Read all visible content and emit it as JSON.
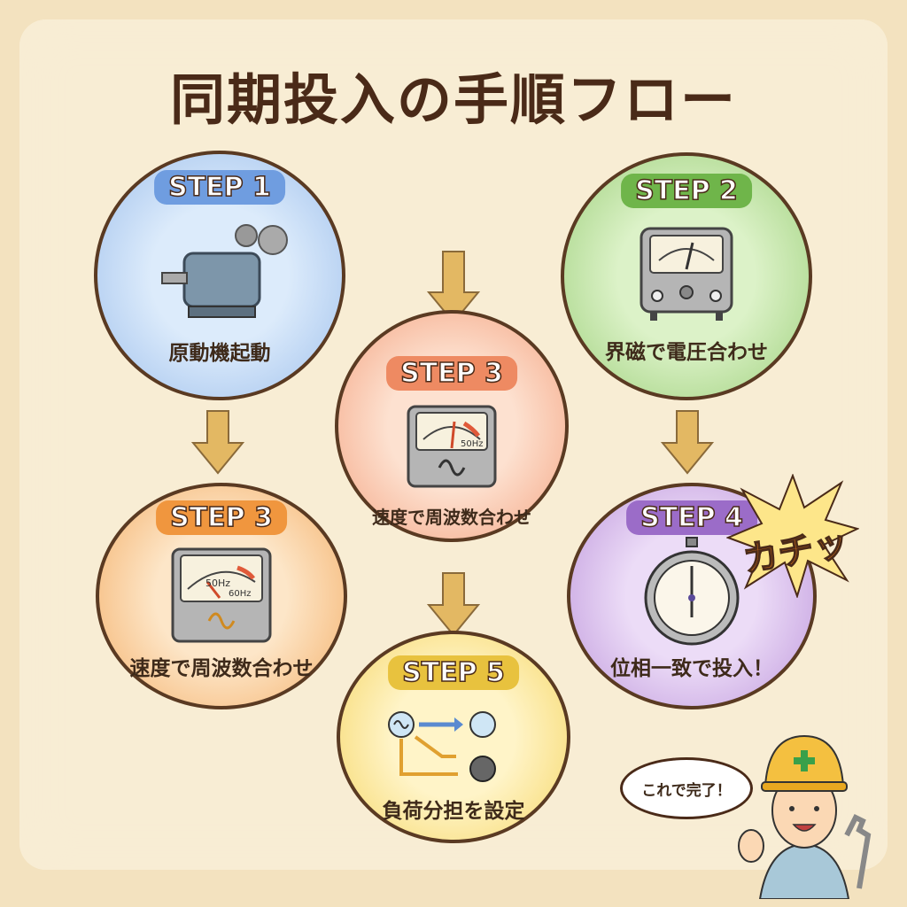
{
  "title": "同期投入の手順フロー",
  "steps": [
    {
      "badge": "STEP 1",
      "label": "原動機起動",
      "icon": "motor-icon"
    },
    {
      "badge": "STEP 2",
      "label": "界磁で電圧合わせ",
      "icon": "voltmeter-icon"
    },
    {
      "badge": "STEP 3",
      "label": "速度で周波数合わせ",
      "icon": "frequency-meter-icon",
      "meter_text": "50Hz"
    },
    {
      "badge": "STEP 3",
      "label": "速度で周波数合わせ",
      "icon": "frequency-meter-icon",
      "meter_text": "50Hz",
      "meter_text2": "60Hz"
    },
    {
      "badge": "STEP 4",
      "label": "位相一致で投入！",
      "icon": "stopwatch-icon"
    },
    {
      "badge": "STEP 5",
      "label": "負荷分担を設定",
      "icon": "load-sharing-icon"
    }
  ],
  "burst_text": "カチッ",
  "speech_bubble": "これで完了！",
  "colors": {
    "step1": "#a9c8ee",
    "step2": "#a8d88a",
    "step3a": "#f6b08c",
    "step3b": "#f6c184",
    "step4": "#c8a8e0",
    "step5": "#fbe08a",
    "arrow": "#e3b863",
    "text": "#4a2a18"
  }
}
